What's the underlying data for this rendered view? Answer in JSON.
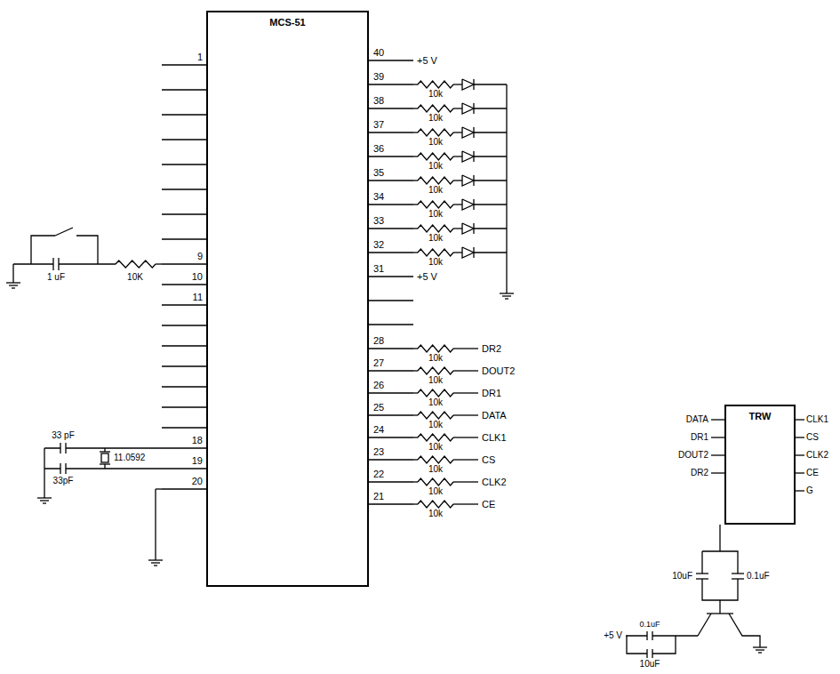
{
  "diagram": {
    "nodes": [
      {
        "text": [
          "MCS-51"
        ]
      },
      {
        "text": [
          "TRW"
        ]
      }
    ],
    "labels": [
      "1",
      "9",
      "10",
      "11",
      "18",
      "19",
      "20",
      "40",
      "39",
      "38",
      "37",
      "36",
      "35",
      "34",
      "33",
      "32",
      "31",
      "28",
      "27",
      "26",
      "25",
      "24",
      "23",
      "22",
      "21",
      "+5 V",
      "+5 V",
      "10k",
      "10k",
      "10k",
      "10k",
      "10k",
      "10k",
      "10k",
      "10k",
      "10k",
      "10k",
      "10k",
      "10k",
      "10k",
      "10k",
      "10k",
      "10k",
      "DR2",
      "DOUT2",
      "DR1",
      "DATA",
      "CLK1",
      "CS",
      "CLK2",
      "CE",
      "1 uF",
      "10K",
      "33 pF",
      "33pF",
      "11.0592",
      "DATA",
      "DR1",
      "DOUT2",
      "DR2",
      "CLK1",
      "CS",
      "CLK2",
      "CE",
      "G",
      "10uF",
      "0.1uF",
      "+5 V",
      "0.1uF",
      "10uF"
    ]
  }
}
